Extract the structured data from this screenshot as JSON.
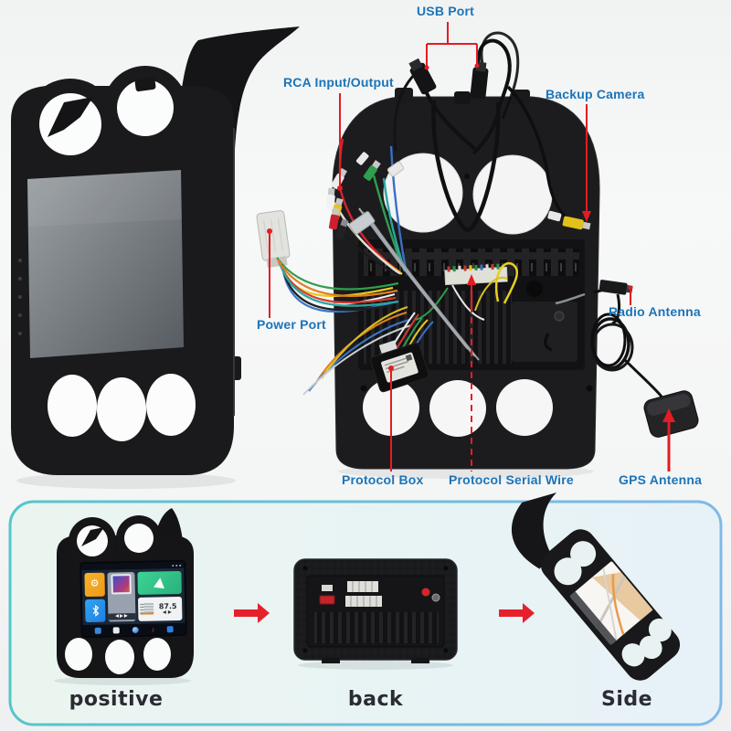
{
  "callouts": {
    "usb_port": "USB Port",
    "rca_input_output": "RCA Input/Output",
    "backup_camera": "Backup Camera",
    "power_port": "Power Port",
    "radio_antenna": "Radio Antenna",
    "protocol_box": "Protocol Box",
    "protocol_serial_wire": "Protocol Serial Wire",
    "gps_antenna": "GPS Antenna"
  },
  "views": {
    "front_label": "positive",
    "back_label": "back",
    "side_label": "Side"
  },
  "mini_screen": {
    "radio_frequency": "87.5"
  },
  "colors": {
    "label_blue": "#1b74b8",
    "callout_red": "#e41c23",
    "panel_border_teal": "#54c6ca",
    "panel_border_blue": "#7fb9e8",
    "backup_rca_yellow": "#e2c21a",
    "fascia_black": "#1a1a1c"
  }
}
